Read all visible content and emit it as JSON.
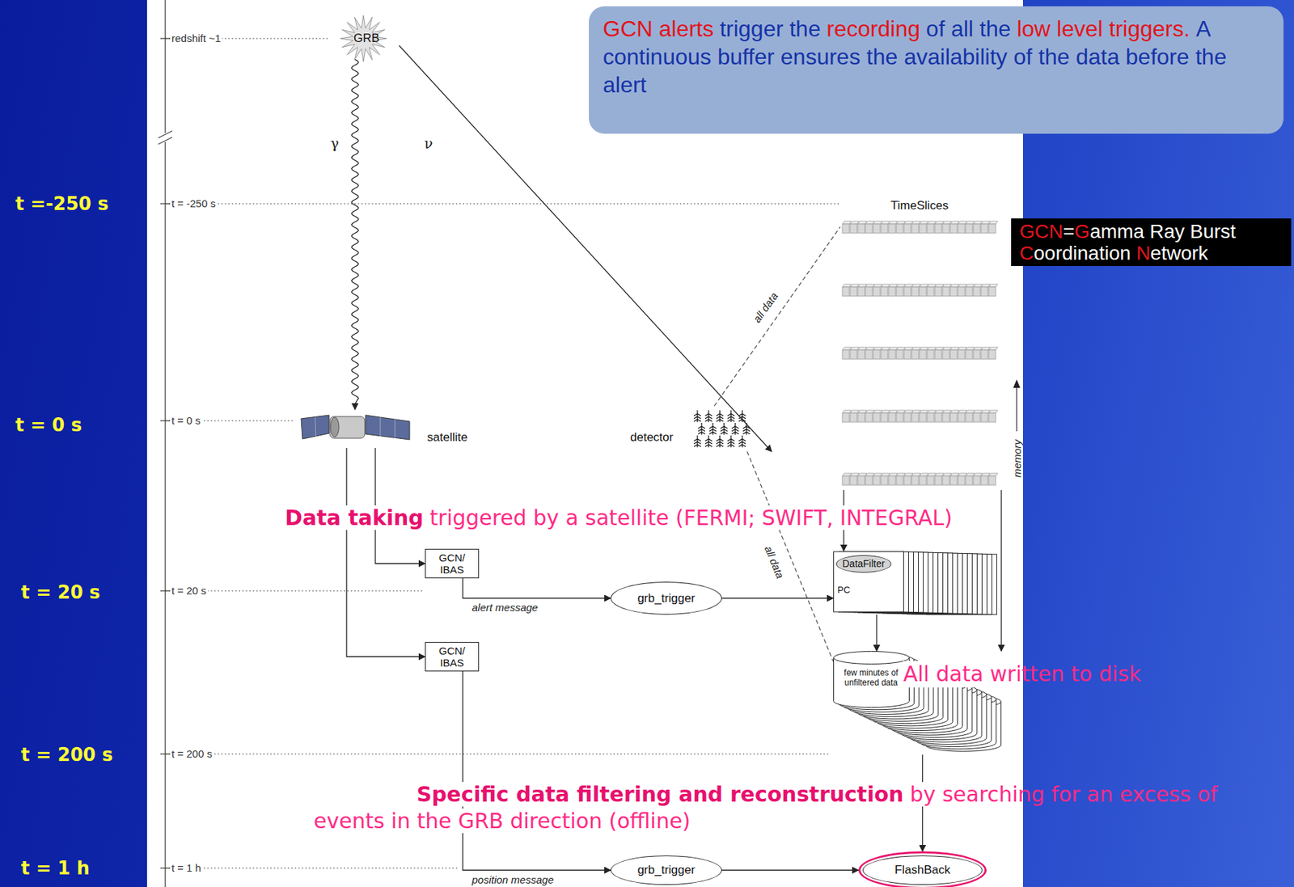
{
  "diagram": {
    "nodes": [
      {
        "text": [
          "GCN alerts",
          "trigger the",
          "recording",
          "of all the",
          "low level triggers.",
          "A continuous buffer ensures the availability of the data before the alert"
        ]
      },
      {
        "text": [
          "GCN",
          "=",
          "G",
          "amma Ray Burst",
          "C",
          "oordination",
          "N",
          "etwork"
        ]
      },
      {
        "text": [
          "GRB"
        ]
      },
      {
        "text": [
          "TimeSlices"
        ]
      },
      {
        "text": [
          "satellite"
        ]
      },
      {
        "text": [
          "detector"
        ]
      },
      {
        "text": [
          "GCN/ IBAS"
        ]
      },
      {
        "text": [
          "grb_trigger"
        ]
      },
      {
        "text": [
          "DataFilter",
          "PC"
        ]
      },
      {
        "text": [
          "GCN/ IBAS"
        ]
      },
      {
        "text": [
          "few minutes of unfiltered data"
        ]
      },
      {
        "text": [
          "grb_trigger"
        ]
      },
      {
        "text": [
          "FlashBack"
        ]
      }
    ],
    "edges": [
      {
        "from": 2,
        "to": 4,
        "label": "γ",
        "arrow": "to"
      },
      {
        "from": 2,
        "to": 5,
        "label": "ν",
        "arrow": "to"
      },
      {
        "from": 5,
        "to": 3,
        "label": "all data",
        "arrow": "none"
      },
      {
        "from": 5,
        "to": 10,
        "label": "all data",
        "arrow": "none"
      },
      {
        "from": 4,
        "to": 6,
        "arrow": "to"
      },
      {
        "from": 4,
        "to": 9,
        "arrow": "to"
      },
      {
        "from": 6,
        "to": 7,
        "label": "alert message",
        "arrow": "to"
      },
      {
        "from": 7,
        "to": 8,
        "arrow": "to"
      },
      {
        "from": 3,
        "to": 8,
        "arrow": "to"
      },
      {
        "from": 3,
        "to": 10,
        "arrow": "to"
      },
      {
        "from": 8,
        "to": 10,
        "arrow": "to"
      },
      {
        "from": 9,
        "to": 11,
        "label": "position message",
        "arrow": "to"
      },
      {
        "from": 11,
        "to": 12,
        "arrow": "to"
      },
      {
        "from": 10,
        "to": 12,
        "arrow": "to"
      }
    ],
    "labels": [
      "t =-250 s",
      "t = 0 s",
      "t = 20 s",
      "t = 200 s",
      "t = 1 h",
      "redshift ~1",
      "t = -250 s",
      "t = 0 s",
      "t = 20 s",
      "t = 200 s",
      "t = 1 h",
      "memory",
      "Data taking",
      "triggered by a satellite (FERMI; SWIFT, INTEGRAL)",
      "All data written to disk",
      "Specific data filtering and reconstruction",
      "by searching for an excess of events in the GRB direction (offline)"
    ]
  }
}
